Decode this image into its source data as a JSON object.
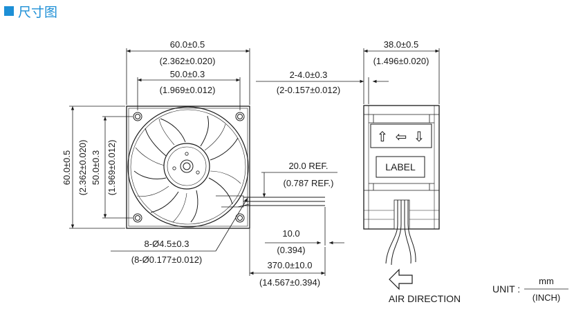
{
  "header": {
    "title": "尺寸图",
    "accent_color": "#1d8fd6"
  },
  "front_view": {
    "overall_width": {
      "mm": "60.0±0.5",
      "inch": "(2.362±0.020)"
    },
    "hole_pitch_width": {
      "mm": "50.0±0.3",
      "inch": "(1.969±0.012)"
    },
    "overall_height": {
      "mm": "60.0±0.5",
      "inch": "(2.362±0.020)"
    },
    "hole_pitch_height": {
      "mm": "50.0±0.3",
      "inch": "(1.969±0.012)"
    },
    "mount_holes": {
      "mm": "8-Ø4.5±0.3",
      "inch": "(8-Ø0.177±0.012)"
    },
    "lead_wire_exit": {
      "mm": "20.0 REF.",
      "inch": "(0.787 REF.)"
    },
    "wire_strip": {
      "mm": "10.0",
      "inch": "(0.394)"
    },
    "lead_wire_length": {
      "mm": "370.0±10.0",
      "inch": "(14.567±0.394)"
    }
  },
  "side_view": {
    "thickness": {
      "mm": "38.0±0.5",
      "inch": "(1.496±0.020)"
    },
    "tab_holes": {
      "mm": "2-4.0±0.3",
      "inch": "(2-0.157±0.012)"
    },
    "label": "LABEL",
    "rotation_arrows": [
      "⇧",
      "⇦",
      "⇩"
    ],
    "air_direction": "AIR DIRECTION"
  },
  "unit": {
    "prefix": "UNIT :",
    "numerator": "mm",
    "denominator": "(INCH)"
  }
}
